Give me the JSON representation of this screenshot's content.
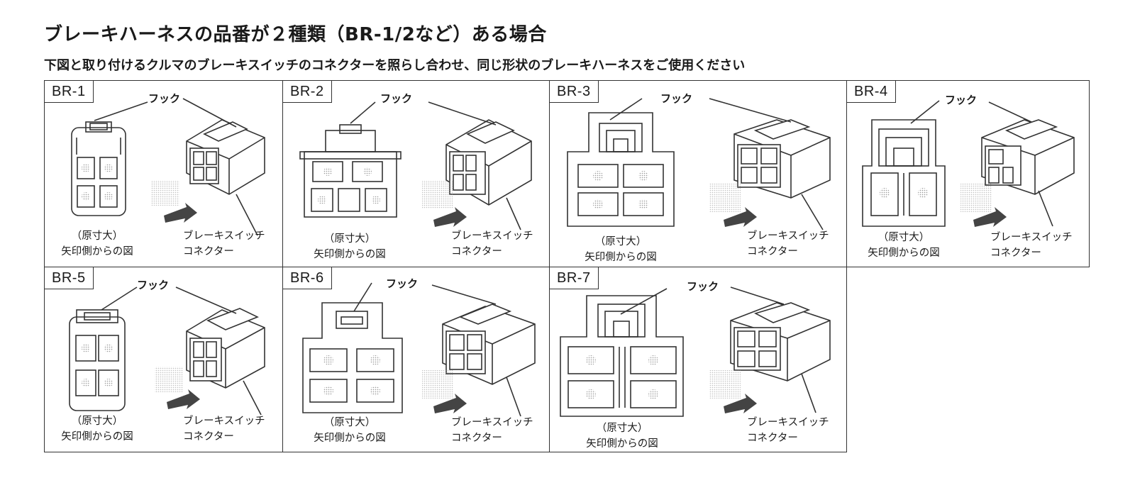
{
  "title": "ブレーキハーネスの品番が２種類（BR-1/2など）ある場合",
  "subtitle": "下図と取り付けるクルマのブレーキスイッチのコネクターを照らし合わせ、同じ形状のブレーキハーネスをご使用ください",
  "labels": {
    "hook": "フック",
    "actual_size": "（原寸大）",
    "view_from_arrow": "矢印側からの図",
    "connector_line1": "ブレーキスイッチ",
    "connector_line2": "コネクター"
  },
  "panels": [
    {
      "id": "BR-1"
    },
    {
      "id": "BR-2"
    },
    {
      "id": "BR-3"
    },
    {
      "id": "BR-4"
    },
    {
      "id": "BR-5"
    },
    {
      "id": "BR-6"
    },
    {
      "id": "BR-7"
    }
  ]
}
